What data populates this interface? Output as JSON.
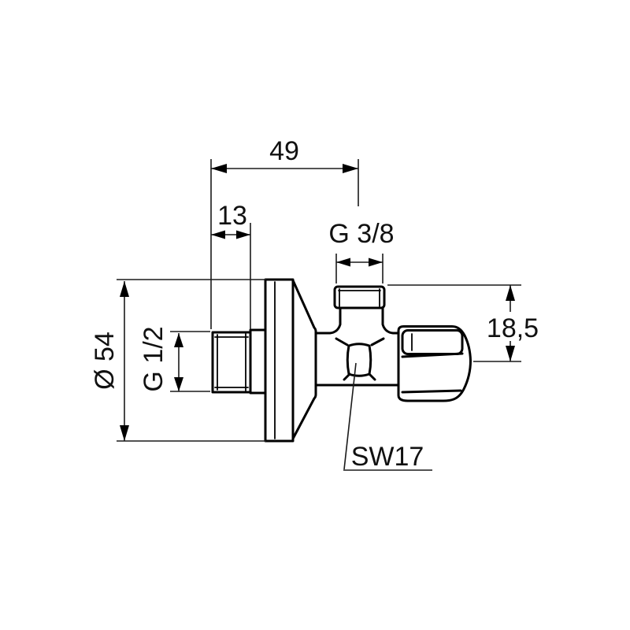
{
  "meta": {
    "title": "Angle valve dimensional drawing",
    "view": "side elevation",
    "background": "#ffffff",
    "line_color": "#000000"
  },
  "labels": {
    "overall_depth": "49",
    "wall_thread_length": "13",
    "outlet_thread": "G 3/8",
    "rosette_diameter": "Ø 54",
    "inlet_thread": "G 1/2",
    "outlet_offset": "18,5",
    "wrench_size": "SW17"
  }
}
